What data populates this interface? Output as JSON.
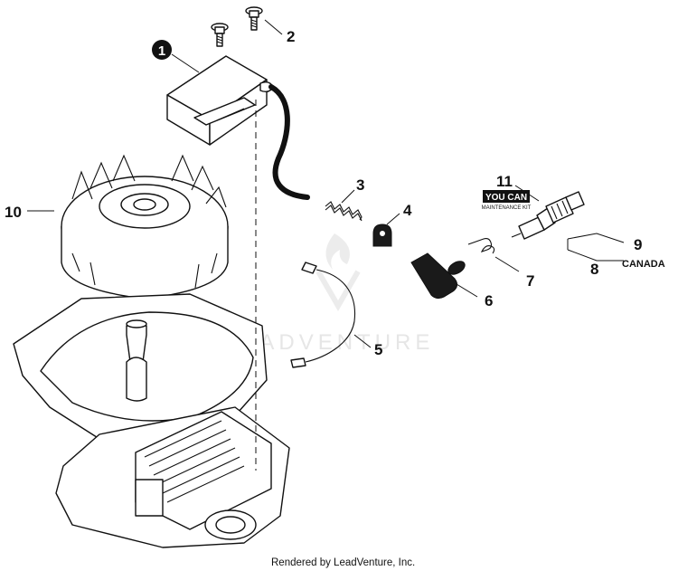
{
  "callouts": {
    "c1": "1",
    "c2": "2",
    "c3": "3",
    "c4": "4",
    "c5": "5",
    "c6": "6",
    "c7": "7",
    "c8": "8",
    "c9": "9",
    "c10": "10",
    "c11": "11"
  },
  "labels": {
    "canada": "CANADA",
    "youcan_logo": "YOU CAN",
    "maintenance_kit": "MAINTENANCE KIT"
  },
  "watermark": "LEADVENTURE",
  "footer": "Rendered by LeadVenture, Inc."
}
